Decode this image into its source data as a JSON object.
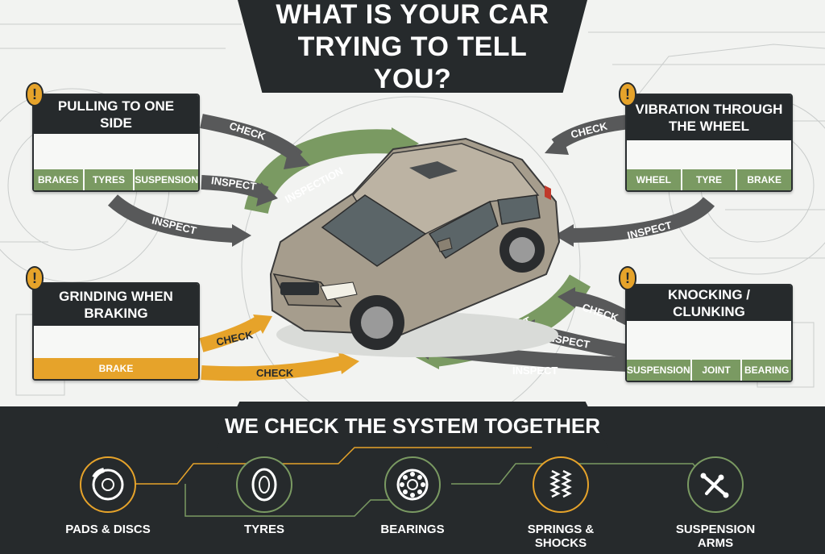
{
  "title": "WHAT IS YOUR CAR TRYING TO TELL YOU?",
  "colors": {
    "dark": "#262a2c",
    "green": "#7a9a62",
    "orange": "#e6a32a",
    "arrow_grey": "#58595a"
  },
  "symptoms": [
    {
      "title": "PULLING TO ONE SIDE",
      "badge": "!",
      "tags": [
        "BRAKES",
        "TYRES",
        "SUSPENSION"
      ]
    },
    {
      "title": "GRINDING WHEN BRAKING",
      "badge": "!",
      "tags": [
        "BRAKE"
      ]
    },
    {
      "title": "VIBRATION THROUGH THE WHEEL",
      "badge": "!",
      "tags": [
        "WHEEL",
        "TYRE",
        "BRAKE"
      ]
    },
    {
      "title": "KNOCKING / CLUNKING",
      "badge": "!",
      "tags": [
        "SUSPENSION",
        "JOINT",
        "BEARING"
      ]
    }
  ],
  "arrows": {
    "check": "CHECK",
    "inspect": "INSPECT",
    "inspection": "INSPECTION"
  },
  "bottom": {
    "title": "WE CHECK THE SYSTEM TOGETHER",
    "systems": [
      {
        "label": "PADS & DISCS",
        "icon": "brake-disc-icon"
      },
      {
        "label": "TYRES",
        "icon": "tyre-icon"
      },
      {
        "label": "BEARINGS",
        "icon": "bearing-icon"
      },
      {
        "label": "SPRINGS & SHOCKS",
        "icon": "spring-icon"
      },
      {
        "label": "SUSPENSION ARMS",
        "icon": "suspension-arm-icon"
      }
    ]
  }
}
